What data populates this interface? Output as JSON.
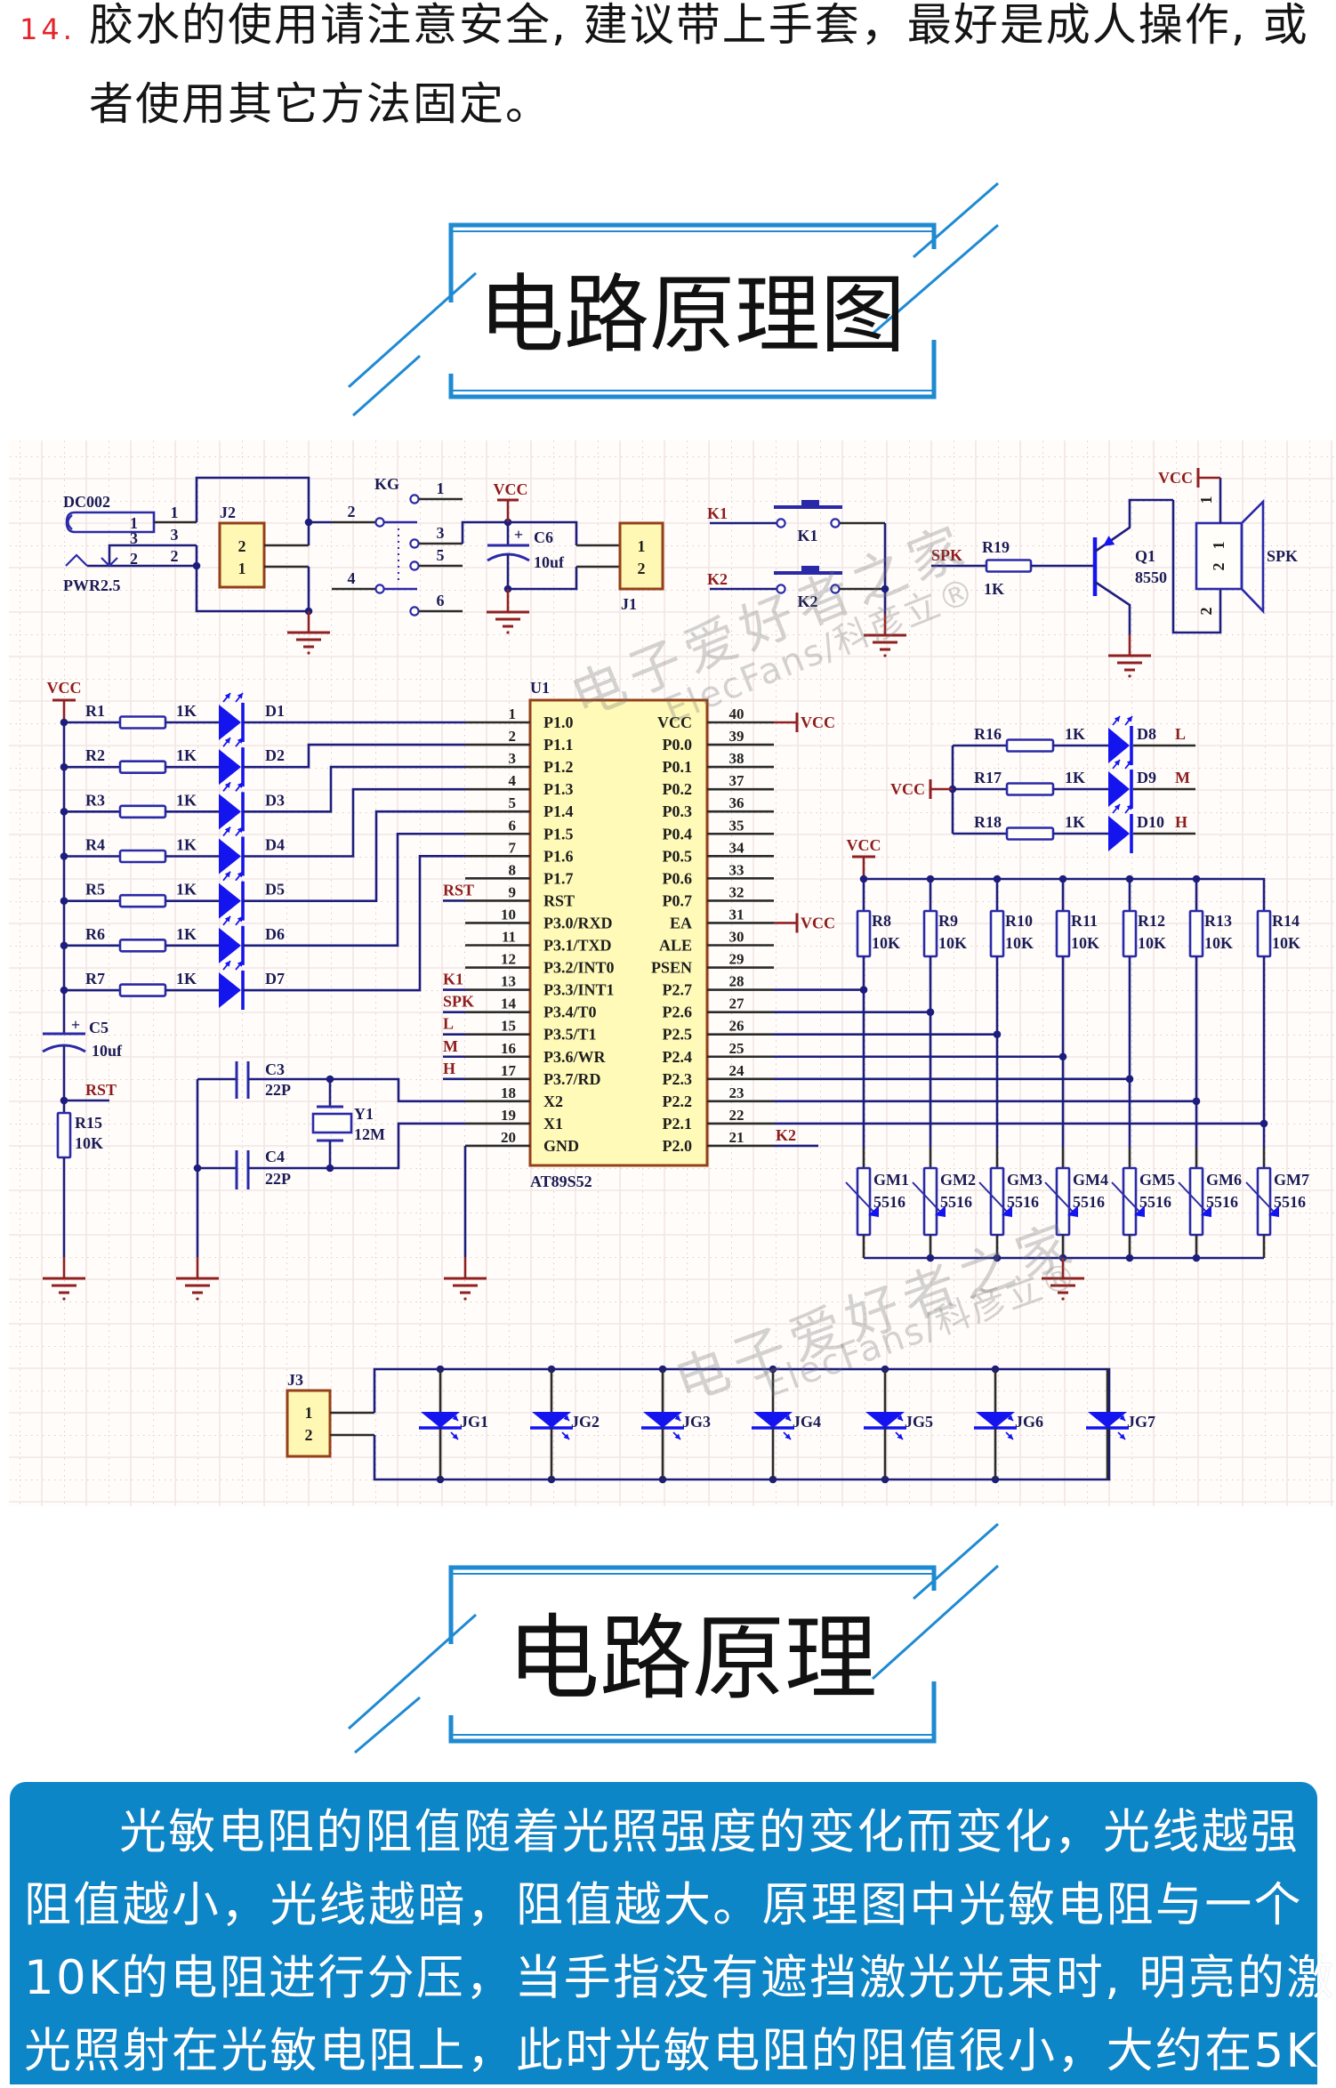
{
  "note": {
    "number": "14.",
    "line1": "胶水的使用请注意安全, 建议带上手套，最好是成人操作, 或",
    "line2": "者使用其它方法固定。"
  },
  "headings": {
    "schematic_title": "电路原理图",
    "principle_title": "电路原理"
  },
  "schematic": {
    "power": {
      "jack_label": "DC002",
      "jack_type": "PWR2.5",
      "jack_inner_pin": "1",
      "jack_pins": [
        "1",
        "3",
        "2"
      ],
      "jack_pin_marks": [
        "3",
        "2"
      ],
      "j2": {
        "name": "J2",
        "pins": [
          "2",
          "1"
        ]
      },
      "switch": {
        "name": "KG",
        "pins": {
          "p1": "1",
          "p2": "2",
          "p3": "3",
          "p4": "4",
          "p5": "5",
          "p6": "6"
        }
      },
      "vcc": "VCC",
      "c6": {
        "name": "C6",
        "value": "10uf",
        "polarity": "+"
      },
      "j1": {
        "name": "J1",
        "pins": [
          "1",
          "2"
        ]
      }
    },
    "buttons": [
      {
        "net": "K1",
        "name": "K1"
      },
      {
        "net": "K2",
        "name": "K2"
      }
    ],
    "buzzer": {
      "net": "SPK",
      "resistor": {
        "name": "R19",
        "value": "1K"
      },
      "transistor": {
        "name": "Q1",
        "value": "8550"
      },
      "speaker": {
        "name": "SPK",
        "pins": [
          "1",
          "2"
        ],
        "pin_marks": [
          "1",
          "2"
        ]
      },
      "vcc": "VCC"
    },
    "led_bank": {
      "vcc": "VCC",
      "rows": [
        {
          "resistor": "R1",
          "value": "1K",
          "led": "D1"
        },
        {
          "resistor": "R2",
          "value": "1K",
          "led": "D2"
        },
        {
          "resistor": "R3",
          "value": "1K",
          "led": "D3"
        },
        {
          "resistor": "R4",
          "value": "1K",
          "led": "D4"
        },
        {
          "resistor": "R5",
          "value": "1K",
          "led": "D5"
        },
        {
          "resistor": "R6",
          "value": "1K",
          "led": "D6"
        },
        {
          "resistor": "R7",
          "value": "1K",
          "led": "D7"
        }
      ]
    },
    "reset": {
      "capacitor": {
        "name": "C5",
        "value": "10uf",
        "polarity": "+"
      },
      "net": "RST",
      "resistor": {
        "name": "R15",
        "value": "10K"
      }
    },
    "oscillator": {
      "c3": {
        "name": "C3",
        "value": "22P"
      },
      "c4": {
        "name": "C4",
        "value": "22P"
      },
      "crystal": {
        "name": "Y1",
        "value": "12M"
      }
    },
    "mcu": {
      "ref": "U1",
      "part": "AT89S52",
      "left_pins": [
        {
          "num": "1",
          "name": "P1.0"
        },
        {
          "num": "2",
          "name": "P1.1"
        },
        {
          "num": "3",
          "name": "P1.2"
        },
        {
          "num": "4",
          "name": "P1.3"
        },
        {
          "num": "5",
          "name": "P1.4"
        },
        {
          "num": "6",
          "name": "P1.5"
        },
        {
          "num": "7",
          "name": "P1.6"
        },
        {
          "num": "8",
          "name": "P1.7"
        },
        {
          "num": "9",
          "name": "RST",
          "net": "RST"
        },
        {
          "num": "10",
          "name": "P3.0/RXD"
        },
        {
          "num": "11",
          "name": "P3.1/TXD"
        },
        {
          "num": "12",
          "name": "P3.2/INT0"
        },
        {
          "num": "13",
          "name": "P3.3/INT1",
          "net": "K1"
        },
        {
          "num": "14",
          "name": "P3.4/T0",
          "net": "SPK"
        },
        {
          "num": "15",
          "name": "P3.5/T1",
          "net": "L"
        },
        {
          "num": "16",
          "name": "P3.6/WR",
          "net": "M"
        },
        {
          "num": "17",
          "name": "P3.7/RD",
          "net": "H"
        },
        {
          "num": "18",
          "name": "X2"
        },
        {
          "num": "19",
          "name": "X1"
        },
        {
          "num": "20",
          "name": "GND"
        }
      ],
      "right_pins": [
        {
          "num": "40",
          "name": "VCC",
          "power": "VCC"
        },
        {
          "num": "39",
          "name": "P0.0"
        },
        {
          "num": "38",
          "name": "P0.1"
        },
        {
          "num": "37",
          "name": "P0.2"
        },
        {
          "num": "36",
          "name": "P0.3"
        },
        {
          "num": "35",
          "name": "P0.4"
        },
        {
          "num": "34",
          "name": "P0.5"
        },
        {
          "num": "33",
          "name": "P0.6"
        },
        {
          "num": "32",
          "name": "P0.7"
        },
        {
          "num": "31",
          "name": "EA",
          "power": "VCC"
        },
        {
          "num": "30",
          "name": "ALE"
        },
        {
          "num": "29",
          "name": "PSEN"
        },
        {
          "num": "28",
          "name": "P2.7"
        },
        {
          "num": "27",
          "name": "P2.6"
        },
        {
          "num": "26",
          "name": "P2.5"
        },
        {
          "num": "25",
          "name": "P2.4"
        },
        {
          "num": "24",
          "name": "P2.3"
        },
        {
          "num": "23",
          "name": "P2.2"
        },
        {
          "num": "22",
          "name": "P2.1"
        },
        {
          "num": "21",
          "name": "P2.0",
          "net": "K2"
        }
      ]
    },
    "indicators": {
      "vcc": "VCC",
      "rows": [
        {
          "resistor": "R16",
          "value": "1K",
          "led": "D8",
          "net": "L"
        },
        {
          "resistor": "R17",
          "value": "1K",
          "led": "D9",
          "net": "M"
        },
        {
          "resistor": "R18",
          "value": "1K",
          "led": "D10",
          "net": "H"
        }
      ]
    },
    "sensors": {
      "vcc": "VCC",
      "pullups": [
        {
          "name": "R8",
          "value": "10K"
        },
        {
          "name": "R9",
          "value": "10K"
        },
        {
          "name": "R10",
          "value": "10K"
        },
        {
          "name": "R11",
          "value": "10K"
        },
        {
          "name": "R12",
          "value": "10K"
        },
        {
          "name": "R13",
          "value": "10K"
        },
        {
          "name": "R14",
          "value": "10K"
        }
      ],
      "ldrs": [
        {
          "name": "GM1",
          "value": "5516"
        },
        {
          "name": "GM2",
          "value": "5516"
        },
        {
          "name": "GM3",
          "value": "5516"
        },
        {
          "name": "GM4",
          "value": "5516"
        },
        {
          "name": "GM5",
          "value": "5516"
        },
        {
          "name": "GM6",
          "value": "5516"
        },
        {
          "name": "GM7",
          "value": "5516"
        }
      ]
    },
    "lasers": {
      "connector": {
        "name": "J3",
        "pins": [
          "1",
          "2"
        ]
      },
      "diodes": [
        "JG1",
        "JG2",
        "JG3",
        "JG4",
        "JG5",
        "JG6",
        "JG7"
      ]
    }
  },
  "watermarks": [
    {
      "cn": "电子爱好者之家",
      "en": "ElecFans/科彦立®"
    },
    {
      "cn": "电子爱好者之家",
      "en": "ElecFans/科彦立®"
    }
  ],
  "description": {
    "lines": [
      "光敏电阻的阻值随着光照强度的变化而变化，光线越强",
      "阻值越小，光线越暗，阻值越大。原理图中光敏电阻与一个",
      "10K的电阻进行分压，当手指没有遮挡激光光束时, 明亮的激",
      "光照射在光敏电阻上，此时光敏电阻的阻值很小，大约在5K"
    ]
  },
  "colors": {
    "note_number_red": "#e3242b",
    "title_frame_blue": "#1e8ad2",
    "panel_blue": "#0d86c8",
    "wire_navy": "#1d1d7e",
    "power_brown": "#8f2020",
    "led_blue": "#1414ee",
    "part_fill_yellow": "#fff8b4"
  }
}
